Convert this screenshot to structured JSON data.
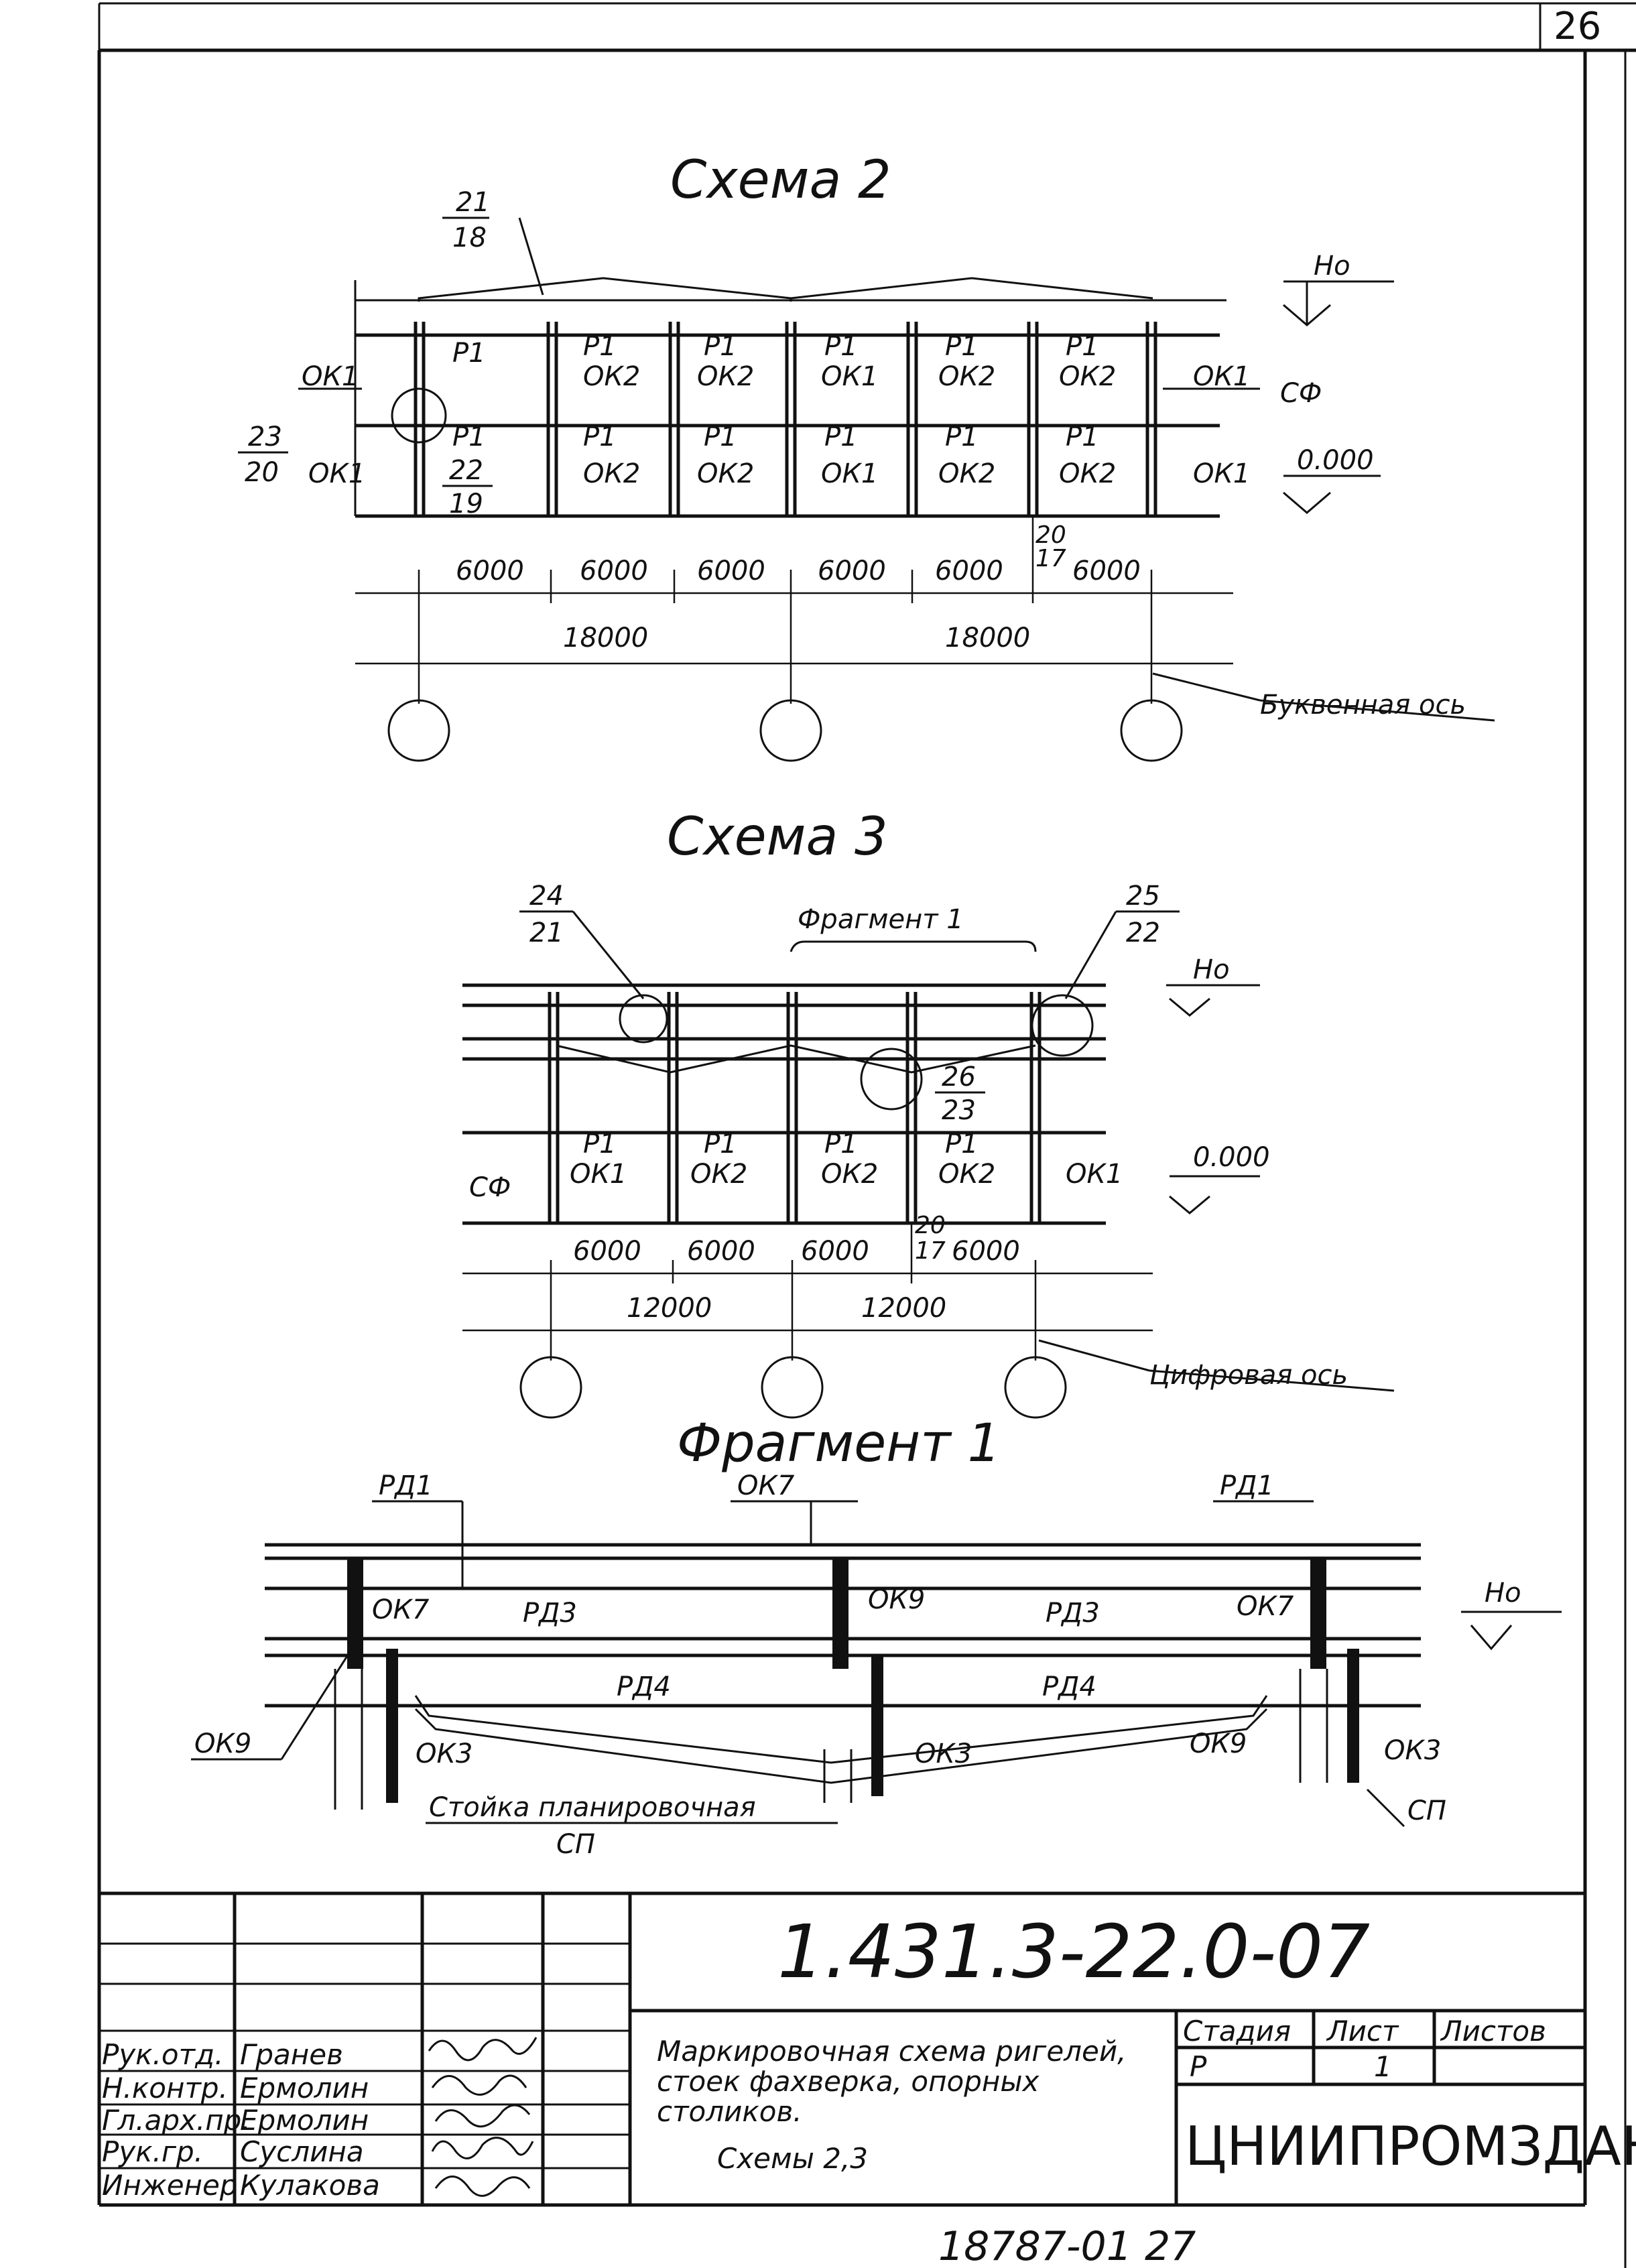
{
  "sheet_number": "26",
  "scheme2": {
    "title": "Схема 2",
    "roof_label_top": "21",
    "roof_label_bottom": "18",
    "left_label_top": "23",
    "left_label_bottom": "20",
    "mid_label_top": "22",
    "mid_label_bottom": "19",
    "dim_label_top": "20",
    "dim_label_bottom": "17",
    "ok1": "ОК1",
    "ok2": "ОК2",
    "r1": "Р1",
    "level_top": "Но",
    "level_cf": "СФ",
    "level_zero": "0.000",
    "spans": [
      "6000",
      "6000",
      "6000",
      "6000",
      "6000",
      "6000"
    ],
    "big_spans": [
      "18000",
      "18000"
    ],
    "axis_caption": "Буквенная ось"
  },
  "scheme3": {
    "title": "Схема 3",
    "fragment_label": "Фрагмент 1",
    "left_label_top": "24",
    "left_label_bottom": "21",
    "right_label_top": "25",
    "right_label_bottom": "22",
    "mid_label_top": "26",
    "mid_label_bottom": "23",
    "dim_label_top": "20",
    "dim_label_bottom": "17",
    "level_top": "Но",
    "level_cf": "СФ",
    "level_zero": "0.000",
    "spans": [
      "6000",
      "6000",
      "6000",
      "6000"
    ],
    "big_spans": [
      "12000",
      "12000"
    ],
    "axis_caption": "Цифровая ось"
  },
  "fragment1": {
    "title": "Фрагмент 1",
    "rd1": "РД1",
    "rd3": "РД3",
    "rd4": "РД4",
    "ok3": "ОК3",
    "ok7": "ОК7",
    "ok9": "ОК9",
    "sp": "СП",
    "post_caption": "Стойка планировочная"
  },
  "title_block": {
    "code": "1.431.3-22.0-07",
    "roles": [
      "Рук.отд.",
      "Н.контр.",
      "Гл.арх.пр.",
      "Рук.гр.",
      "Инженер"
    ],
    "names": [
      "Гранев",
      "Ермолин",
      "Ермолин",
      "Суслина",
      "Кулакова"
    ],
    "description": [
      "Маркировочная схема ригелей,",
      "стоек фахверка, опорных",
      "столиков.",
      "Схемы 2,3"
    ],
    "stage_header": "Стадия",
    "sheet_header": "Лист",
    "sheets_header": "Листов",
    "stage": "Р",
    "sheet": "1",
    "org": "ЦНИИПРОМЗДАНИЙ"
  },
  "footer_code": "18787-01 27"
}
